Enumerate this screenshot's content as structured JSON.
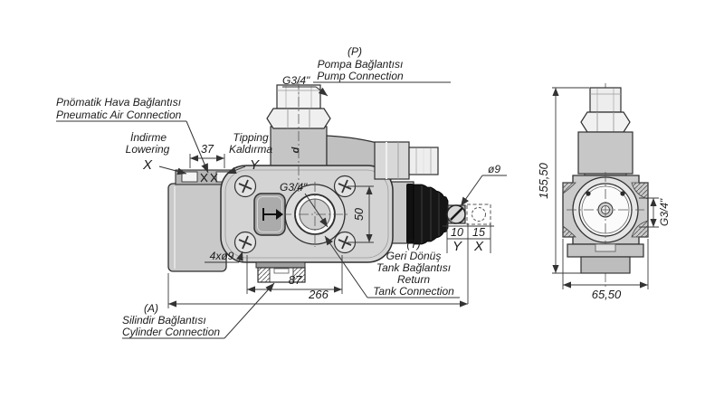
{
  "colors": {
    "background": "#ffffff",
    "outline": "#2f2f2f",
    "body_light": "#d4d4d4",
    "body_mid": "#c5c5c5",
    "body_dark": "#a8a8a8",
    "bellows": "#161616",
    "text": "#1b1b1b"
  },
  "main_view": {
    "pump": {
      "code": "(P)",
      "tr": "Pompa Bağlantısı",
      "en": "Pump Connection",
      "thread": "G3/4\""
    },
    "pneumatic": {
      "tr": "Pnömatik Hava Bağlantısı",
      "en": "Pneumatic Air Connection"
    },
    "lowering": {
      "tr": "İndirme",
      "en": "Lowering",
      "port": "X"
    },
    "tipping": {
      "en": "Tipping",
      "tr": "Kaldırma",
      "port": "Y"
    },
    "tank": {
      "code": "(T)",
      "tr_line1": "Geri Dönüş",
      "tr_line2": "Tank Bağlantısı",
      "en_line1": "Return",
      "en_line2": "Tank Connection"
    },
    "cylinder": {
      "code": "(A)",
      "tr": "Silindir Bağlantısı",
      "en": "Cylinder Connection"
    },
    "port_thread": "G3/4\"",
    "bolt_holes_note": "4xø9",
    "pin_hole_note": "ø9",
    "casting_mark": "d",
    "dims": {
      "port_spacing": "37",
      "bolt_spacing_vertical": "50",
      "plug_offset": "87",
      "overall_length": "266",
      "pin_y": "10",
      "pin_x": "15",
      "pin_y_label": "Y",
      "pin_x_label": "X"
    }
  },
  "side_view": {
    "dims": {
      "overall_height": "155,50",
      "body_width": "65,50",
      "port_thread": "G3/4\""
    }
  }
}
